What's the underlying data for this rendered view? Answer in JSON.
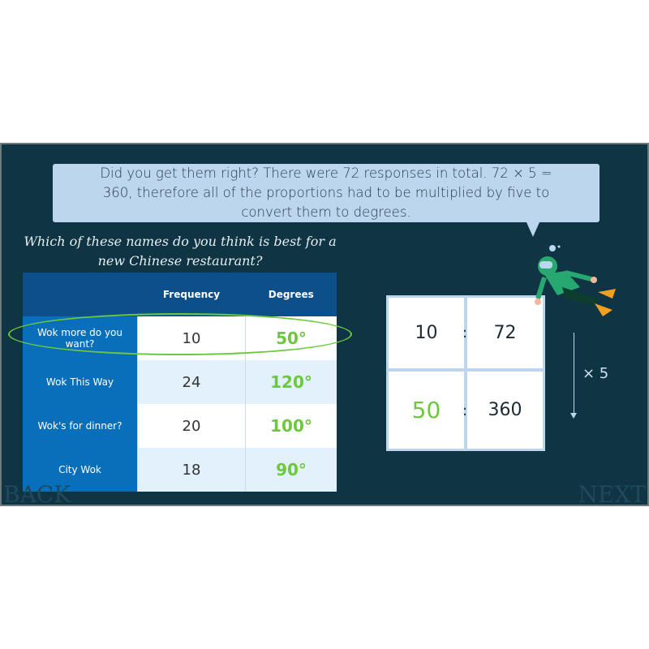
{
  "explanation": "Did you get them right? There were 72 responses in total. 72 × 5 = 360, therefore all of the proportions had to be multiplied by five to convert them to degrees.",
  "question": "Which of these names do you think is best for a new Chinese restaurant?",
  "table": {
    "headers": [
      "",
      "Frequency",
      "Degrees"
    ],
    "rows": [
      {
        "name": "Wok more do you want?",
        "frequency": "10",
        "degrees": "50°",
        "highlighted": true
      },
      {
        "name": "Wok This Way",
        "frequency": "24",
        "degrees": "120°"
      },
      {
        "name": "Wok's for dinner?",
        "frequency": "20",
        "degrees": "100°"
      },
      {
        "name": "City Wok",
        "frequency": "18",
        "degrees": "90°"
      }
    ]
  },
  "ratio": {
    "top_left": "10",
    "top_right": "72",
    "bottom_left": "50",
    "bottom_right": "360",
    "separator": ":",
    "multiplier": "× 5"
  },
  "nav": {
    "back": "BACK",
    "next": "NEXT"
  },
  "colors": {
    "background": "#0f3443",
    "accent_green": "#6cc83c",
    "label_blue": "#0a6fba",
    "header_blue": "#0d4f8a"
  }
}
